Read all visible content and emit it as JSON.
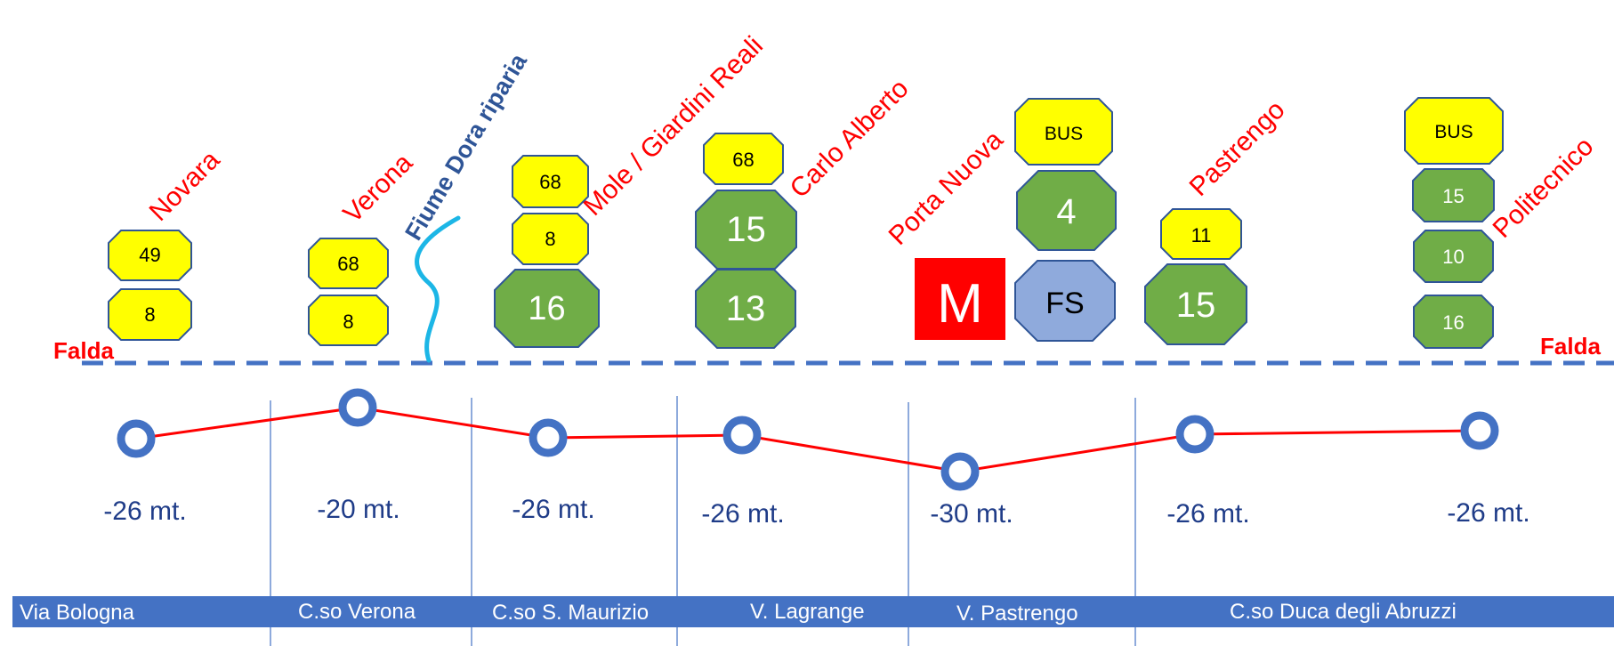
{
  "water_table": {
    "label_left": "Falda",
    "label_right": "Falda"
  },
  "river": {
    "label": "Fiume Dora riparia"
  },
  "stations": [
    {
      "name": "Novara",
      "depth": "-26 mt.",
      "lines": [
        {
          "label": "49",
          "type": "bus"
        },
        {
          "label": "8",
          "type": "bus"
        }
      ]
    },
    {
      "name": "Verona",
      "depth": "-20 mt.",
      "lines": [
        {
          "label": "68",
          "type": "bus"
        },
        {
          "label": "8",
          "type": "bus"
        }
      ]
    },
    {
      "name": "Mole / Giardini Reali",
      "depth": "-26 mt.",
      "lines": [
        {
          "label": "68",
          "type": "bus"
        },
        {
          "label": "8",
          "type": "bus"
        },
        {
          "label": "16",
          "type": "tram"
        }
      ]
    },
    {
      "name": "Carlo Alberto",
      "depth": "-26 mt.",
      "lines": [
        {
          "label": "68",
          "type": "bus"
        },
        {
          "label": "15",
          "type": "tram"
        },
        {
          "label": "13",
          "type": "tram"
        }
      ]
    },
    {
      "name": "Porta Nuova",
      "depth": "-30 mt.",
      "lines": [
        {
          "label": "BUS",
          "type": "bus"
        },
        {
          "label": "4",
          "type": "tram"
        },
        {
          "label": "FS",
          "type": "rail"
        },
        {
          "label": "M",
          "type": "metro"
        }
      ]
    },
    {
      "name": "Pastrengo",
      "depth": "-26 mt.",
      "lines": [
        {
          "label": "11",
          "type": "bus"
        },
        {
          "label": "15",
          "type": "tram"
        }
      ]
    },
    {
      "name": "Politecnico",
      "depth": "-26 mt.",
      "lines": [
        {
          "label": "BUS",
          "type": "bus"
        },
        {
          "label": "15",
          "type": "tram"
        },
        {
          "label": "10",
          "type": "tram"
        },
        {
          "label": "16",
          "type": "tram"
        }
      ]
    }
  ],
  "streets": [
    "Via Bologna",
    "C.so Verona",
    "C.so S. Maurizio",
    "V. Lagrange",
    "V. Pastrengo",
    "C.so Duca degli Abruzzi"
  ],
  "colors": {
    "bus": "#ffff00",
    "tram": "#70ad47",
    "rail": "#8faadc",
    "metro": "#ff0000",
    "outline": "#2f5597",
    "station_names": "#ff0000",
    "profile_line": "#ff0000",
    "station_marker": "#4472c4",
    "street_bar": "#4472c4",
    "river": "#1cb6e6",
    "depth_text": "#1f3c88"
  }
}
